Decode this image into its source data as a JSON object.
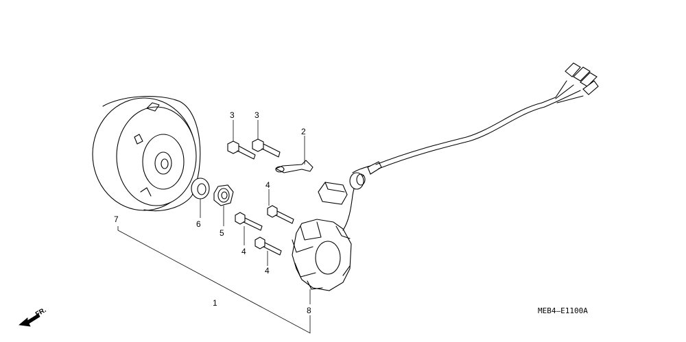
{
  "parts": [
    {
      "ref": "1"
    },
    {
      "ref": "2"
    },
    {
      "ref": "3"
    },
    {
      "ref": "3"
    },
    {
      "ref": "4"
    },
    {
      "ref": "4"
    },
    {
      "ref": "4"
    },
    {
      "ref": "5"
    },
    {
      "ref": "6"
    },
    {
      "ref": "7"
    },
    {
      "ref": "8"
    }
  ],
  "diagram_code": "MEB4—E1100A",
  "direction_label": "FR."
}
